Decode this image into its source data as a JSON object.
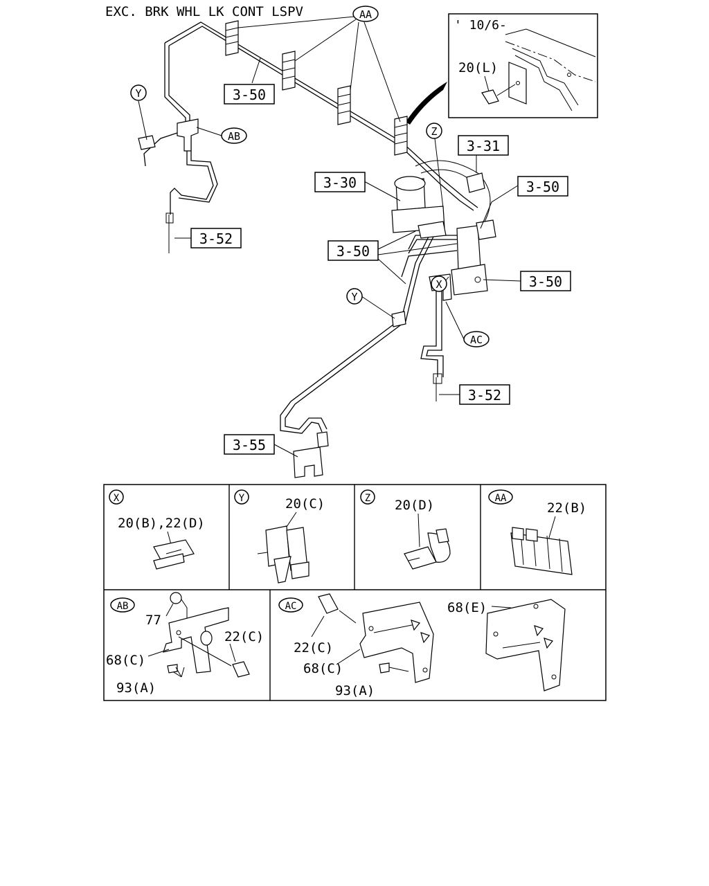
{
  "header": {
    "title": "EXC. BRK WHL LK CONT LSPV"
  },
  "inset": {
    "date_note": "' 10/6-",
    "label": "20(L)"
  },
  "callouts": {
    "aa": "AA",
    "ab": "AB",
    "ac": "AC",
    "x": "X",
    "y": "Y",
    "z": "Z",
    "y_top": "Y"
  },
  "refs": {
    "r350_top": "3-50",
    "r331": "3-31",
    "r330": "3-30",
    "r350_right_upper": "3-50",
    "r350_mid": "3-50",
    "r350_right_lower": "3-50",
    "r352_left": "3-52",
    "r352_right": "3-52",
    "r355": "3-55"
  },
  "details": {
    "x": {
      "tag": "X",
      "labels": [
        "20(B),22(D)"
      ]
    },
    "y": {
      "tag": "Y",
      "labels": [
        "20(C)"
      ]
    },
    "z": {
      "tag": "Z",
      "labels": [
        "20(D)"
      ]
    },
    "aa": {
      "tag": "AA",
      "labels": [
        "22(B)"
      ]
    },
    "ab": {
      "tag": "AB",
      "labels": [
        "77",
        "22(C)",
        "68(C)",
        "93(A)"
      ]
    },
    "ac": {
      "tag": "AC",
      "labels": [
        "22(C)",
        "68(C)",
        "93(A)",
        "68(E)"
      ]
    }
  }
}
